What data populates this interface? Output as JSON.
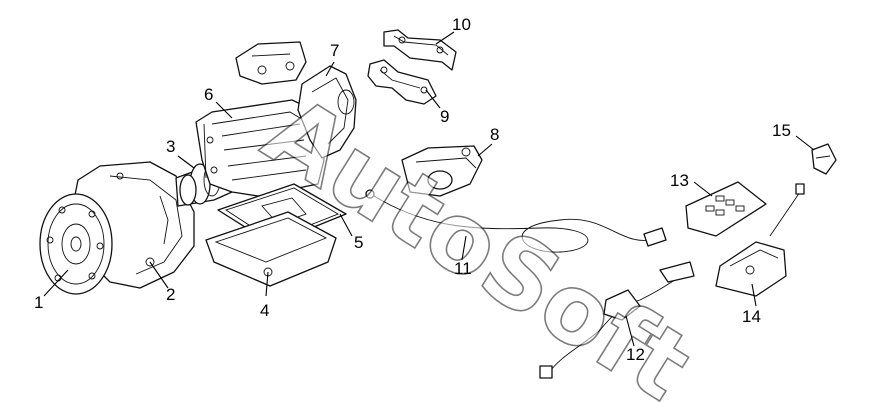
{
  "watermark": "AutoSoft",
  "callouts": [
    "1",
    "2",
    "3",
    "4",
    "5",
    "6",
    "7",
    "8",
    "9",
    "10",
    "11",
    "12",
    "13",
    "14",
    "15"
  ]
}
